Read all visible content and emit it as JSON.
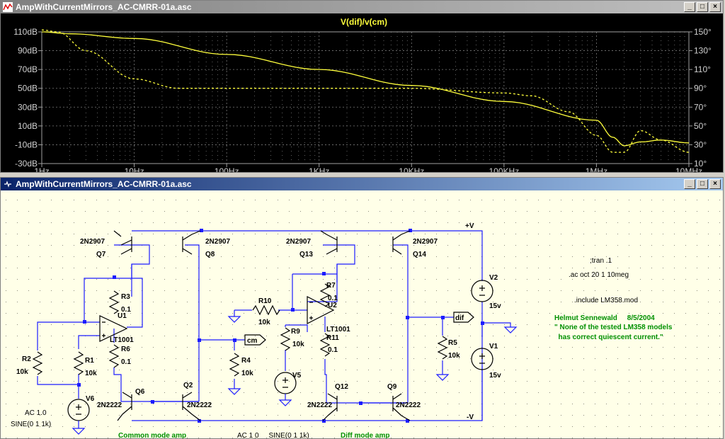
{
  "plot_window": {
    "title": "AmpWithCurrentMirrors_AC-CMRR-01a.asc",
    "buttons": {
      "minimize": "_",
      "maximize": "□",
      "close": "×"
    }
  },
  "schematic_window": {
    "title": "AmpWithCurrentMirrors_AC-CMRR-01a.asc",
    "buttons": {
      "minimize": "_",
      "maximize": "□",
      "close": "×"
    }
  },
  "chart_data": {
    "type": "line",
    "title": "V(dif)/v(cm)",
    "x_scale": "log",
    "xlim": [
      1,
      10000000
    ],
    "x_ticks": [
      "1Hz",
      "10Hz",
      "100Hz",
      "1KHz",
      "10KHz",
      "100KHz",
      "1MHz",
      "10MHz"
    ],
    "y_left_ticks": [
      "110dB",
      "90dB",
      "70dB",
      "50dB",
      "30dB",
      "10dB",
      "-10dB",
      "-30dB"
    ],
    "ylim_left": [
      -30,
      110
    ],
    "y_right_ticks": [
      "150°",
      "130°",
      "110°",
      "90°",
      "70°",
      "50°",
      "30°",
      "10°"
    ],
    "ylim_right": [
      10,
      150
    ],
    "grid": true,
    "series": [
      {
        "name": "",
        "style": "solid",
        "axis": "left",
        "color": "#ffff3c",
        "x": [
          1,
          2,
          10,
          100,
          1000,
          10000,
          100000,
          1000000,
          1500000,
          2000000,
          3000000,
          5000000,
          10000000
        ],
        "y": [
          110,
          108,
          103,
          86,
          70,
          53,
          36,
          16,
          -2,
          -11,
          -7,
          -5,
          -8
        ]
      },
      {
        "name": "",
        "style": "dashed",
        "axis": "right",
        "color": "#ffff3c",
        "x": [
          1,
          1.5,
          3,
          10,
          30,
          100,
          1000,
          10000,
          100000,
          200000,
          500000,
          1000000,
          1500000,
          2000000,
          3000000,
          5000000,
          10000000
        ],
        "y": [
          152,
          150,
          130,
          100,
          90,
          90,
          90,
          90,
          85,
          82,
          65,
          40,
          22,
          22,
          45,
          35,
          22
        ]
      }
    ]
  },
  "schematic": {
    "labels": {
      "q7_model": "2N2907",
      "q7_name": "Q7",
      "q8_model": "2N2907",
      "q8_name": "Q8",
      "q13_model": "2N2907",
      "q13_name": "Q13",
      "q14_model": "2N2907",
      "q14_name": "Q14",
      "q6_model": "2N2222",
      "q6_name": "Q6",
      "q2_model": "2N2222",
      "q2_name": "Q2",
      "q12_model": "2N2222",
      "q12_name": "Q12",
      "q9_model": "2N2222",
      "q9_name": "Q9",
      "r3_name": "R3",
      "r3_val": "0.1",
      "r6_name": "R6",
      "r6_val": "0.1",
      "r7_name": "R7",
      "r7_val": "0.1",
      "r11_name": "R11",
      "r11_val": "0.1",
      "r1_name": "R1",
      "r1_val": "10k",
      "r2_name": "R2",
      "r2_val": "10k",
      "r4_name": "R4",
      "r4_val": "10k",
      "r5_name": "R5",
      "r5_val": "10k",
      "r9_name": "R9",
      "r9_val": "10k",
      "r10_name": "R10",
      "r10_val": "10k",
      "u1_name": "U1",
      "u1_model": "LT1001",
      "u2_name": "U2",
      "u2_model": "LT1001",
      "v1_name": "V1",
      "v1_val": "15v",
      "v2_name": "V2",
      "v2_val": "15v",
      "v5_name": "V5",
      "v6_name": "V6",
      "v6_ac": "AC 1.0",
      "v6_sine": "SINE(0 1 1k)",
      "v5_source": "AC 1 0     SINE(0 1 1k)",
      "plus_v": "+V",
      "minus_v": "-V",
      "cm_flag": "cm",
      "dif_flag": "dif",
      "common_mode": "Common mode amp",
      "diff_mode": "Diff mode amp"
    },
    "directives": {
      "tran": ";tran .1",
      "ac": ".ac oct 20 1 10meg",
      "include": ".include LM358.mod"
    },
    "comment": {
      "author": "Helmut Sennewald     8/5/2004",
      "line1": "\" None of the tested LM358 models",
      "line2": "  has correct quiescent current.\""
    },
    "colors": {
      "wire": "#1c1cff",
      "component": "#000000",
      "comment": "#009000",
      "background": "#ffffe8",
      "plot_bg": "#000000",
      "trace": "#ffff3c"
    }
  }
}
